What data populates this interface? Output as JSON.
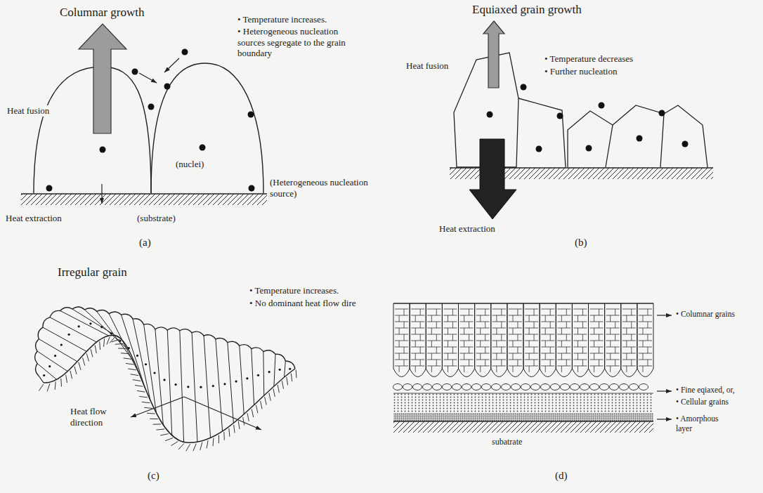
{
  "diagram": {
    "labels": [
      "Columnar growth",
      "• Temperature increases.",
      "• Heterogeneous nucleation sources segregate to the grain boundary",
      "Heat fusion",
      "(nuclei)",
      "(Heterogeneous nucleation source)",
      "Heat extraction",
      "(substrate)",
      "(a)",
      "Equiaxed grain growth",
      "• Temperature decreases",
      "• Further nucleation",
      "Heat fusion",
      "Heat extraction",
      "(b)",
      "Irregular grain",
      "• Temperature increases.",
      "• No dominant heat flow dire",
      "Heat flow direction",
      "(c)",
      "• Columnar grains",
      "• Fine eqiaxed, or,",
      "• Cellular grains",
      "• Amorphous layer",
      "subatrate",
      "(d)"
    ]
  }
}
